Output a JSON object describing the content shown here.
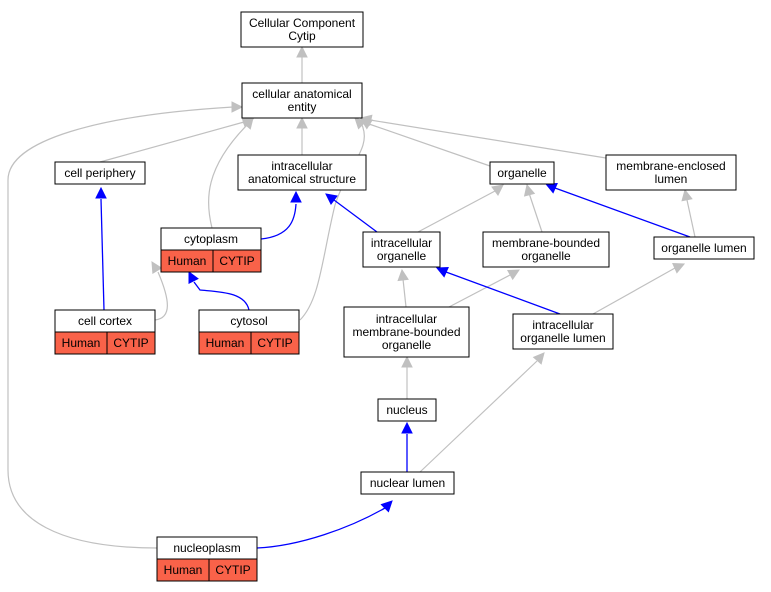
{
  "diagram": {
    "colors": {
      "is_a_edge": "#c0c0c0",
      "part_of_edge": "#0000ff",
      "annotation_fill": "#f96249",
      "node_fill": "#ffffff",
      "node_stroke": "#000000"
    },
    "nodes": {
      "root": {
        "lines": [
          "Cellular Component",
          "Cytip"
        ]
      },
      "cae": {
        "lines": [
          "cellular anatomical",
          "entity"
        ]
      },
      "periphery": {
        "lines": [
          "cell periphery"
        ]
      },
      "ias": {
        "lines": [
          "intracellular",
          "anatomical structure"
        ]
      },
      "organelle": {
        "lines": [
          "organelle"
        ]
      },
      "mel": {
        "lines": [
          "membrane-enclosed",
          "lumen"
        ]
      },
      "cytoplasm": {
        "lines": [
          "cytoplasm"
        ],
        "tags": [
          "Human",
          "CYTIP"
        ]
      },
      "io": {
        "lines": [
          "intracellular",
          "organelle"
        ]
      },
      "mbo": {
        "lines": [
          "membrane-bounded",
          "organelle"
        ]
      },
      "olumen": {
        "lines": [
          "organelle lumen"
        ]
      },
      "cortex": {
        "lines": [
          "cell cortex"
        ],
        "tags": [
          "Human",
          "CYTIP"
        ]
      },
      "cytosol": {
        "lines": [
          "cytosol"
        ],
        "tags": [
          "Human",
          "CYTIP"
        ]
      },
      "imbo": {
        "lines": [
          "intracellular",
          "membrane-bounded",
          "organelle"
        ]
      },
      "iol": {
        "lines": [
          "intracellular",
          "organelle lumen"
        ]
      },
      "nucleus": {
        "lines": [
          "nucleus"
        ]
      },
      "nlumen": {
        "lines": [
          "nuclear lumen"
        ]
      },
      "nucleoplasm": {
        "lines": [
          "nucleoplasm"
        ],
        "tags": [
          "Human",
          "CYTIP"
        ]
      }
    }
  }
}
